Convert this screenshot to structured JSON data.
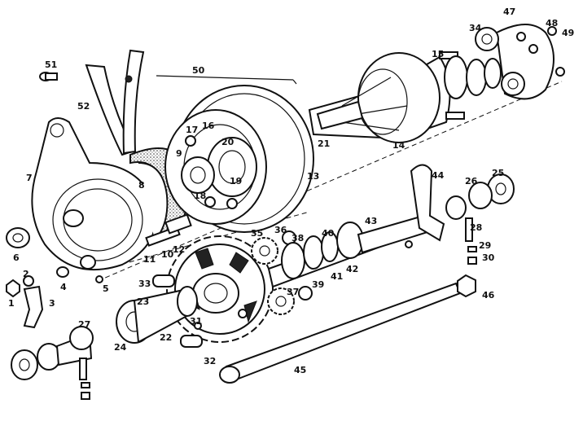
{
  "diagram": {
    "part_numbers": [
      "51",
      "50",
      "52",
      "7",
      "6",
      "4",
      "2",
      "1",
      "3",
      "5",
      "8",
      "9",
      "10",
      "11",
      "12",
      "17",
      "16",
      "20",
      "18",
      "19",
      "13",
      "21",
      "14",
      "15",
      "47",
      "48",
      "49",
      "34",
      "22",
      "23",
      "24",
      "33",
      "31",
      "32",
      "35",
      "36",
      "37",
      "38",
      "39",
      "40",
      "41",
      "42",
      "43",
      "44",
      "25",
      "26",
      "28",
      "29",
      "30",
      "27",
      "45",
      "46"
    ]
  }
}
